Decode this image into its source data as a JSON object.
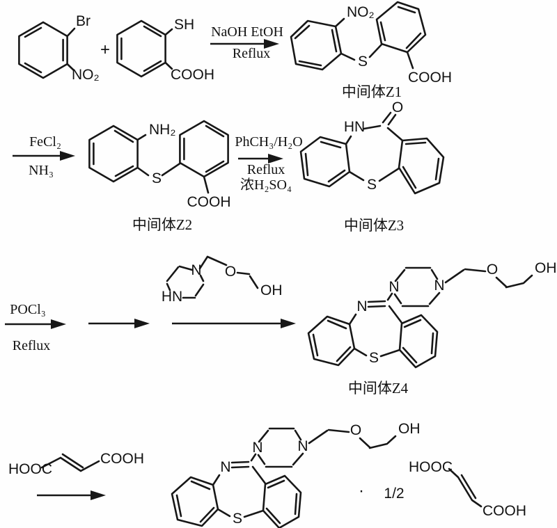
{
  "scheme": {
    "step1": {
      "reactant1": {
        "br": "Br",
        "no2": "NO₂"
      },
      "plus": "+",
      "reactant2": {
        "sh": "SH",
        "cooh": "COOH"
      },
      "conditions": {
        "above": "NaOH EtOH",
        "below": "Reflux"
      },
      "z1": {
        "no2": "NO₂",
        "s": "S",
        "cooh": "COOH",
        "label": "中间体Z1"
      }
    },
    "step2": {
      "conditions_a": {
        "above": "FeCl₂",
        "below": "NH₃"
      },
      "z2": {
        "nh2": "NH₂",
        "s": "S",
        "cooh": "COOH",
        "label": "中间体Z2"
      },
      "conditions_b": {
        "above": "PhCH₃/H₂O",
        "below1": "Reflux",
        "below2": "浓H₂SO₄"
      },
      "z3": {
        "o": "O",
        "hn": "HN",
        "s": "S",
        "label": "中间体Z3"
      }
    },
    "step3": {
      "conditions": {
        "above": "POCl₃",
        "below": "Reflux"
      },
      "reagent": {
        "hn": "HN",
        "n": "N",
        "o": "O",
        "oh": "OH"
      },
      "z4": {
        "label": "中间体Z4"
      }
    },
    "step4": {
      "fumaric_left": {
        "hooc": "HOOC",
        "cooh": "COOH"
      },
      "salt": {
        "dot": "·",
        "ratio": "1/2"
      },
      "fumaric_right": {
        "hooc": "HOOC",
        "cooh": "COOH"
      }
    },
    "quetiapine_core": {
      "n_imine": "N",
      "n_pip_left": "N",
      "n_pip_right": "N",
      "o": "O",
      "oh": "OH",
      "s": "S"
    }
  },
  "colors": {
    "ink": "#171717",
    "background": "#fefefe"
  }
}
